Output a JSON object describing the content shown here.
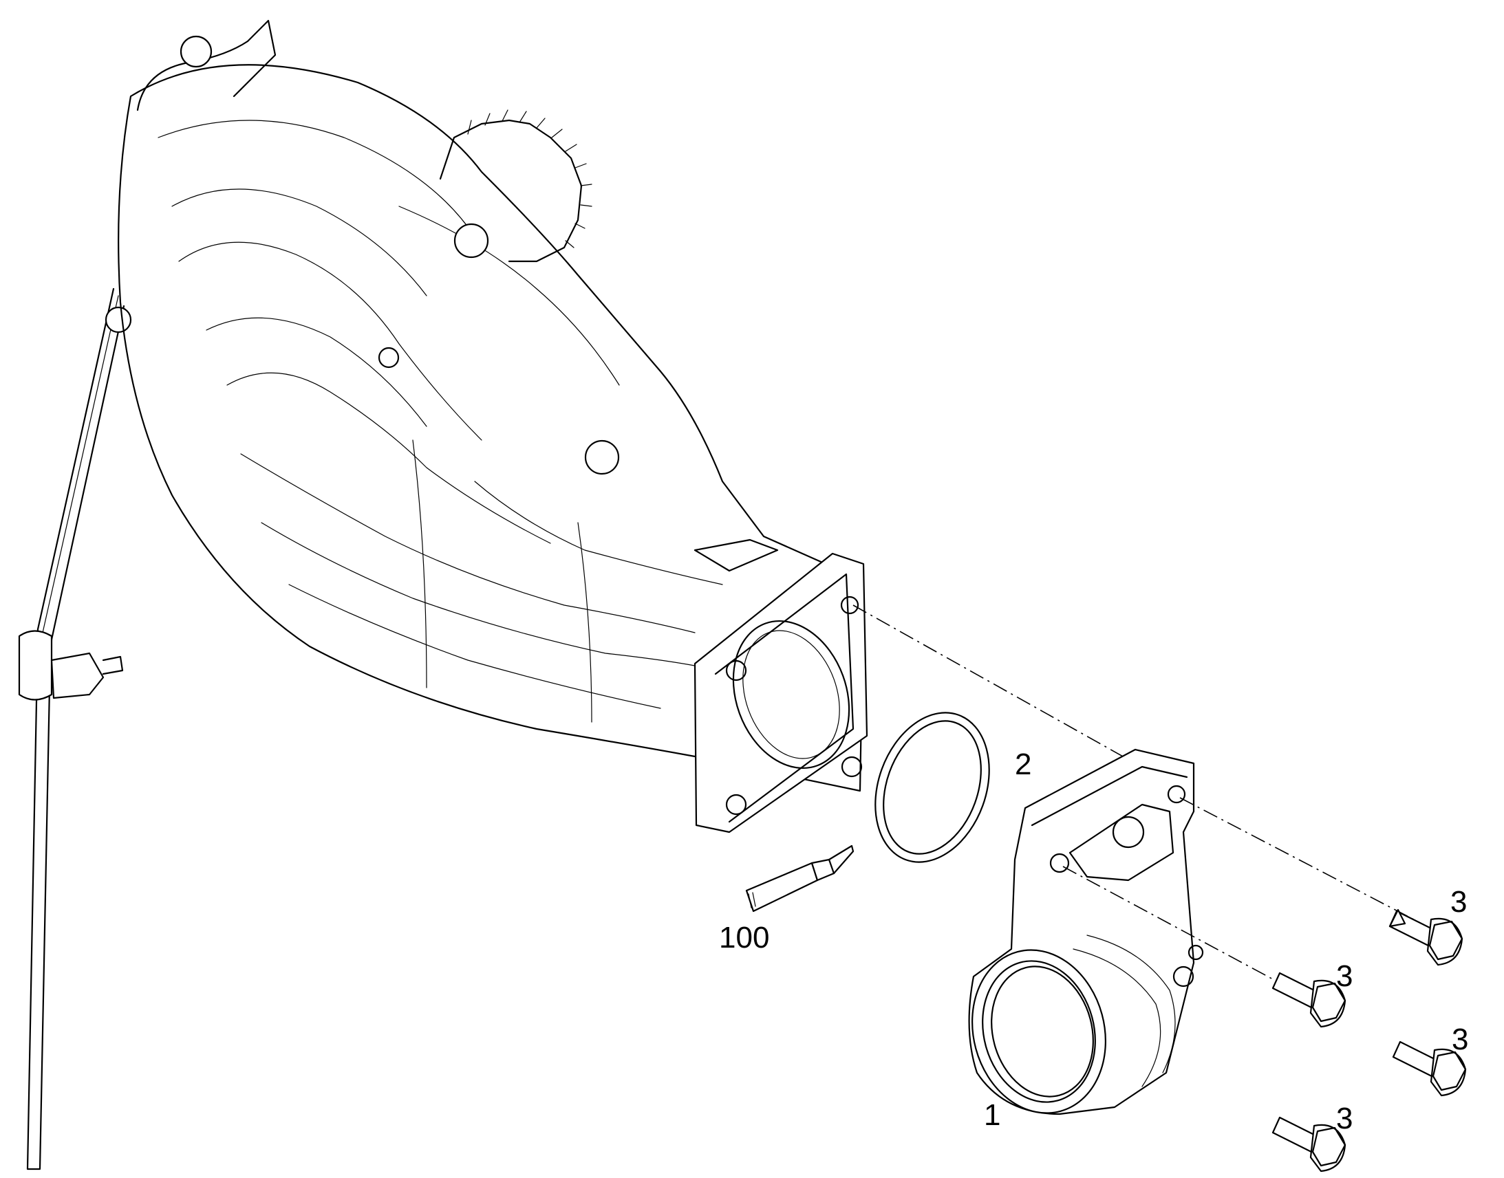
{
  "callouts": [
    {
      "id": "part-1",
      "text": "1"
    },
    {
      "id": "part-2",
      "text": "2"
    },
    {
      "id": "part-3-a",
      "text": "3"
    },
    {
      "id": "part-3-b",
      "text": "3"
    },
    {
      "id": "part-3-c",
      "text": "3"
    },
    {
      "id": "part-3-d",
      "text": "3"
    },
    {
      "id": "part-100",
      "text": "100"
    }
  ],
  "colors": {
    "line": "#000000",
    "background": "#ffffff"
  }
}
